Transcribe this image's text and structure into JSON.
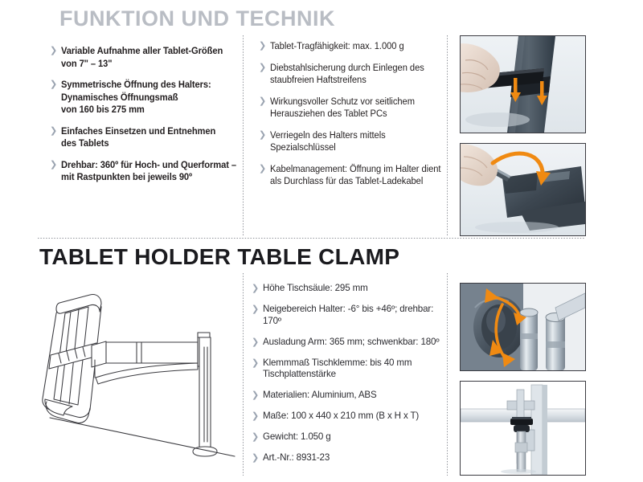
{
  "sections": [
    {
      "id": "funktion-und-technik",
      "title": "FUNKTION UND TECHNIK",
      "title_color": "#b9bdc4",
      "columns": [
        {
          "id": "features-left",
          "items": [
            "Variable Aufnahme aller Tablet-Größen\nvon 7\" – 13\"",
            "Symmetrische Öffnung des Halters:\nDynamisches Öffnungsmaß\nvon 160 bis 275 mm",
            "Einfaches Einsetzen und Entnehmen\ndes Tablets",
            "Drehbar: 360º für Hoch- und Querformat –\nmit Rastpunkten bei jeweils 90º"
          ]
        },
        {
          "id": "features-middle",
          "items": [
            "Tablet-Tragfähigkeit: max. 1.000 g",
            "Diebstahlsicherung durch Einlegen des\nstaubfreien Haftstreifens",
            "Wirkungsvoller Schutz vor seitlichem\nHerausziehen des Tablet PCs",
            "Verriegeln des Halters mittels\nSpezialschlüssel",
            "Kabelmanagement: Öffnung im Halter dient\nals Durchlass für das Tablet-Ladekabel"
          ]
        }
      ],
      "photos": [
        {
          "id": "photo-haftstreifen",
          "caption_semantic": "hand-inserting-adhesive-strip-with-down-arrows"
        },
        {
          "id": "photo-spezialschluessel",
          "caption_semantic": "hand-with-allen-key-locking-holder-curved-arrow"
        }
      ]
    },
    {
      "id": "tablet-holder-table-clamp",
      "title": "TABLET HOLDER TABLE CLAMP",
      "title_color": "#1b1b1f",
      "drawing": {
        "id": "drawing-tablet-holder-arm",
        "semantic": "line-drawing-tablet-holder-on-arm-with-table-column"
      },
      "specs": {
        "id": "specifications",
        "items": [
          "Höhe Tischsäule: 295 mm",
          "Neigebereich Halter: -6° bis +46º; drehbar: 170º",
          "Ausladung Arm: 365 mm; schwenkbar: 180º",
          "Klemmmaß Tischklemme: bis 40 mm\nTischplattenstärke",
          "Materialien: Aluminium, ABS",
          "Maße: 100 x 440 x 210 mm (B x H x T)",
          "Gewicht: 1.050 g",
          "Art.-Nr.: 8931-23"
        ]
      },
      "photos": [
        {
          "id": "photo-gelenk",
          "caption_semantic": "joint-detail-with-orange-tilt-and-swivel-arrows"
        },
        {
          "id": "photo-tischklemme",
          "caption_semantic": "table-clamp-screw-mounted-on-desk-edge"
        }
      ]
    }
  ],
  "colors": {
    "bullet_chevron": "#9aa3b0",
    "heading_muted": "#b9bdc4",
    "heading_dark": "#1b1b1f",
    "body_text": "#231f20",
    "divider": "#8d9097",
    "arrow_orange": "#f08a12"
  }
}
